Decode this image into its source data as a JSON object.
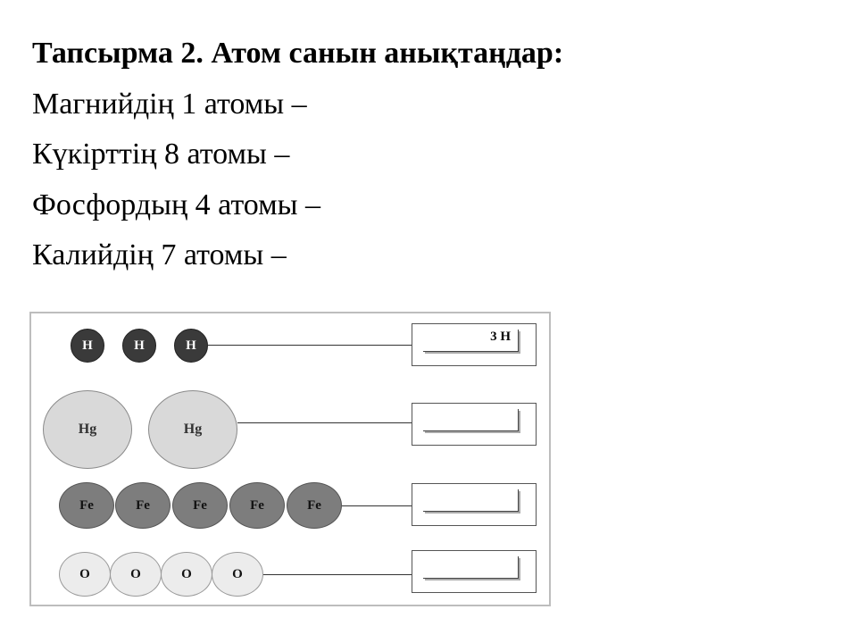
{
  "task": {
    "title": "Тапсырма 2. Атом санын анықтаңдар:",
    "lines": [
      "Магнийдің 1 атомы –",
      "Күкірттің 8 атомы –",
      "Фосфордың 4 атомы –",
      "Калийдің 7 атомы –"
    ]
  },
  "figure": {
    "rows": [
      {
        "element": "H",
        "count": 3,
        "answer": "3 H"
      },
      {
        "element": "Hg",
        "count": 2,
        "answer": ""
      },
      {
        "element": "Fe",
        "count": 5,
        "answer": ""
      },
      {
        "element": "O",
        "count": 4,
        "answer": ""
      }
    ]
  }
}
